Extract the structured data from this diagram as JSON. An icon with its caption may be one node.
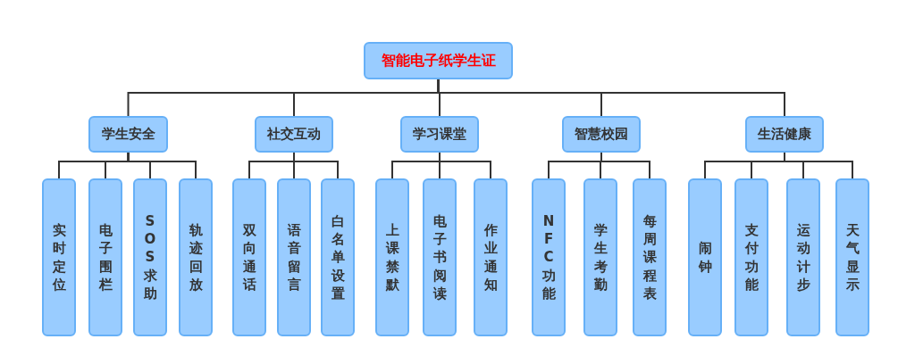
{
  "diagram": {
    "nodes": [
      {
        "text": [
          "智能电子纸学生证"
        ]
      },
      {
        "text": [
          "学生安全"
        ]
      },
      {
        "text": [
          "社交互动"
        ]
      },
      {
        "text": [
          "学习课堂"
        ]
      },
      {
        "text": [
          "智慧校园"
        ]
      },
      {
        "text": [
          "生活健康"
        ]
      },
      {
        "text": [
          "实时定位"
        ]
      },
      {
        "text": [
          "电子围栏"
        ]
      },
      {
        "text": [
          "SOS求助"
        ]
      },
      {
        "text": [
          "轨迹回放"
        ]
      },
      {
        "text": [
          "双向通话"
        ]
      },
      {
        "text": [
          "语音留言"
        ]
      },
      {
        "text": [
          "白名单设置"
        ]
      },
      {
        "text": [
          "上课禁默"
        ]
      },
      {
        "text": [
          "电子书阅读"
        ]
      },
      {
        "text": [
          "作业通知"
        ]
      },
      {
        "text": [
          "NFC功能"
        ]
      },
      {
        "text": [
          "学生考勤"
        ]
      },
      {
        "text": [
          "每周课程表"
        ]
      },
      {
        "text": [
          "闹钟"
        ]
      },
      {
        "text": [
          "支付功能"
        ]
      },
      {
        "text": [
          "运动计步"
        ]
      },
      {
        "text": [
          "天气显示"
        ]
      }
    ],
    "edges": [
      {
        "from": 0,
        "to": 1,
        "arrow": "none"
      },
      {
        "from": 0,
        "to": 2,
        "arrow": "none"
      },
      {
        "from": 0,
        "to": 3,
        "arrow": "none"
      },
      {
        "from": 0,
        "to": 4,
        "arrow": "none"
      },
      {
        "from": 0,
        "to": 5,
        "arrow": "none"
      },
      {
        "from": 1,
        "to": 6,
        "arrow": "none"
      },
      {
        "from": 1,
        "to": 7,
        "arrow": "none"
      },
      {
        "from": 1,
        "to": 8,
        "arrow": "none"
      },
      {
        "from": 1,
        "to": 9,
        "arrow": "none"
      },
      {
        "from": 2,
        "to": 10,
        "arrow": "none"
      },
      {
        "from": 2,
        "to": 11,
        "arrow": "none"
      },
      {
        "from": 2,
        "to": 12,
        "arrow": "none"
      },
      {
        "from": 3,
        "to": 13,
        "arrow": "none"
      },
      {
        "from": 3,
        "to": 14,
        "arrow": "none"
      },
      {
        "from": 3,
        "to": 15,
        "arrow": "none"
      },
      {
        "from": 4,
        "to": 16,
        "arrow": "none"
      },
      {
        "from": 4,
        "to": 17,
        "arrow": "none"
      },
      {
        "from": 4,
        "to": 18,
        "arrow": "none"
      },
      {
        "from": 5,
        "to": 19,
        "arrow": "none"
      },
      {
        "from": 5,
        "to": 20,
        "arrow": "none"
      },
      {
        "from": 5,
        "to": 21,
        "arrow": "none"
      },
      {
        "from": 5,
        "to": 22,
        "arrow": "none"
      }
    ]
  }
}
